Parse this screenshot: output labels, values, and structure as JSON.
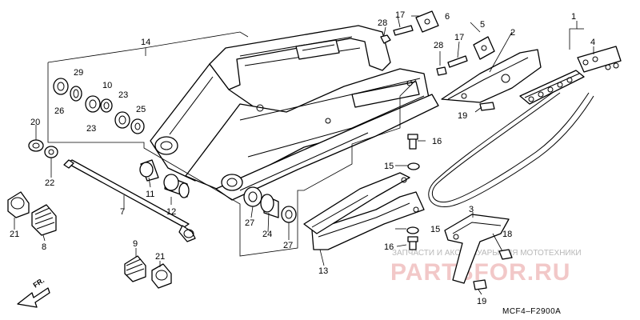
{
  "callouts": [
    {
      "id": "c1",
      "text": "1"
    },
    {
      "id": "c2",
      "text": "2"
    },
    {
      "id": "c3",
      "text": "3"
    },
    {
      "id": "c4",
      "text": "4"
    },
    {
      "id": "c5",
      "text": "5"
    },
    {
      "id": "c6",
      "text": "6"
    },
    {
      "id": "c7",
      "text": "7"
    },
    {
      "id": "c8",
      "text": "8"
    },
    {
      "id": "c9",
      "text": "9"
    },
    {
      "id": "c10",
      "text": "10"
    },
    {
      "id": "c11",
      "text": "11"
    },
    {
      "id": "c12",
      "text": "12"
    },
    {
      "id": "c13",
      "text": "13"
    },
    {
      "id": "c14",
      "text": "14"
    },
    {
      "id": "c15a",
      "text": "15"
    },
    {
      "id": "c15b",
      "text": "15"
    },
    {
      "id": "c16a",
      "text": "16"
    },
    {
      "id": "c16b",
      "text": "16"
    },
    {
      "id": "c17a",
      "text": "17"
    },
    {
      "id": "c17b",
      "text": "17"
    },
    {
      "id": "c18",
      "text": "18"
    },
    {
      "id": "c19a",
      "text": "19"
    },
    {
      "id": "c19b",
      "text": "19"
    },
    {
      "id": "c20",
      "text": "20"
    },
    {
      "id": "c21a",
      "text": "21"
    },
    {
      "id": "c21b",
      "text": "21"
    },
    {
      "id": "c22",
      "text": "22"
    },
    {
      "id": "c23a",
      "text": "23"
    },
    {
      "id": "c23b",
      "text": "23"
    },
    {
      "id": "c24",
      "text": "24"
    },
    {
      "id": "c25",
      "text": "25"
    },
    {
      "id": "c26",
      "text": "26"
    },
    {
      "id": "c27a",
      "text": "27"
    },
    {
      "id": "c27b",
      "text": "27"
    },
    {
      "id": "c28a",
      "text": "28"
    },
    {
      "id": "c28b",
      "text": "28"
    },
    {
      "id": "c29",
      "text": "29"
    }
  ],
  "direction_label": "FR.",
  "diagram_code": "MCF4–F2900A",
  "watermark": {
    "tagline": "ЗАПЧАСТИ И АКСЕССУАРЫ ДЛЯ МОТОТЕХНИКИ",
    "logo": "PARTSFOR.RU"
  }
}
